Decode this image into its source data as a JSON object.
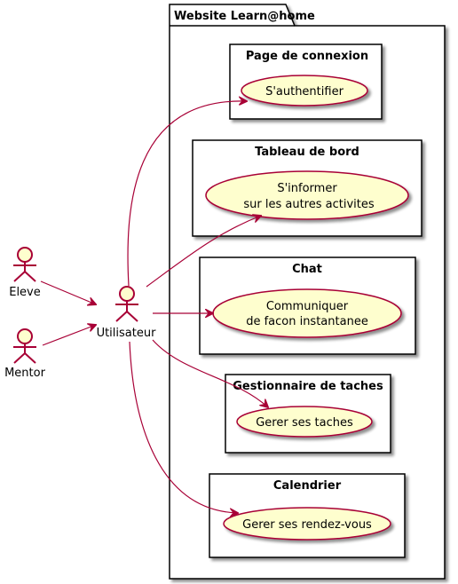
{
  "package": {
    "title": "Website Learn@home"
  },
  "actors": {
    "eleve": "Eleve",
    "mentor": "Mentor",
    "utilisateur": "Utilisateur"
  },
  "rectangles": [
    {
      "title": "Page de connexion",
      "usecase": [
        "S'authentifier"
      ]
    },
    {
      "title": "Tableau de bord",
      "usecase": [
        "S'informer",
        "sur les autres activites"
      ]
    },
    {
      "title": "Chat",
      "usecase": [
        "Communiquer",
        "de facon instantanee"
      ]
    },
    {
      "title": "Gestionnaire de taches",
      "usecase": [
        "Gerer ses taches"
      ]
    },
    {
      "title": "Calendrier",
      "usecase": [
        "Gerer ses rendez-vous"
      ]
    }
  ],
  "colors": {
    "actor_fill": "#FEFECE",
    "actor_stroke": "#A80036",
    "usecase_fill": "#FEFECE",
    "usecase_stroke": "#A80036",
    "arrow": "#A80036",
    "frame": "#000000",
    "shadow": "#BBBBBB"
  }
}
